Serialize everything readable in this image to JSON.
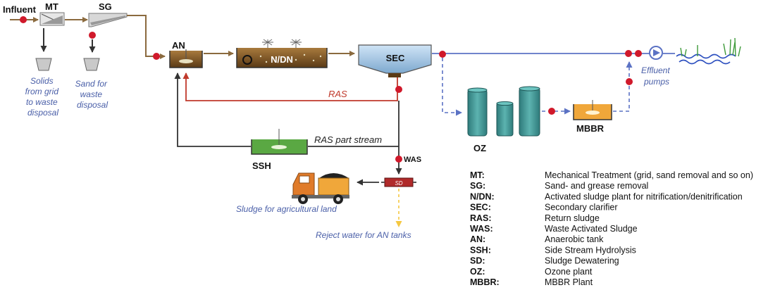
{
  "labels": {
    "influent": "Influent",
    "mt": "MT",
    "sg": "SG",
    "an": "AN",
    "ndn": "N/DN",
    "sec": "SEC",
    "oz": "OZ",
    "mbbr": "MBBR",
    "ssh": "SSH",
    "sd": "SD",
    "was": "WAS",
    "ras": "RAS",
    "ras_part": "RAS part stream"
  },
  "notes": {
    "solids": [
      "Solids",
      "from grid",
      "to waste",
      "disposal"
    ],
    "sand": [
      "Sand for",
      "waste",
      "disposal"
    ],
    "effluent": [
      "Effluent",
      "pumps"
    ],
    "sludge_agri": "Sludge for agricultural land",
    "reject_water": "Reject water for AN tanks"
  },
  "legend": [
    {
      "abbr": "MT:",
      "desc": "Mechanical Treatment (grid, sand removal and so on)"
    },
    {
      "abbr": "SG:",
      "desc": "Sand- and grease removal"
    },
    {
      "abbr": "N/DN:",
      "desc": "Activated sludge plant for nitrification/denitrification"
    },
    {
      "abbr": "SEC:",
      "desc": "Secondary clarifier"
    },
    {
      "abbr": "RAS:",
      "desc": "Return sludge"
    },
    {
      "abbr": "WAS:",
      "desc": "Waste Activated Sludge"
    },
    {
      "abbr": "AN:",
      "desc": "Anaerobic tank"
    },
    {
      "abbr": "SSH:",
      "desc": "Side Stream Hydrolysis"
    },
    {
      "abbr": "SD:",
      "desc": "Sludge Dewatering"
    },
    {
      "abbr": "OZ:",
      "desc": "Ozone plant"
    },
    {
      "abbr": "MBBR:",
      "desc": "MBBR Plant"
    }
  ],
  "colors": {
    "main_flow": "#8b6a3e",
    "effluent_flow": "#5b72c4",
    "ras_line": "#c0392b",
    "dark_line": "#333333",
    "sample_point": "#d0192b",
    "reject_line": "#f5c842",
    "note_text": "#4a5fa8"
  }
}
